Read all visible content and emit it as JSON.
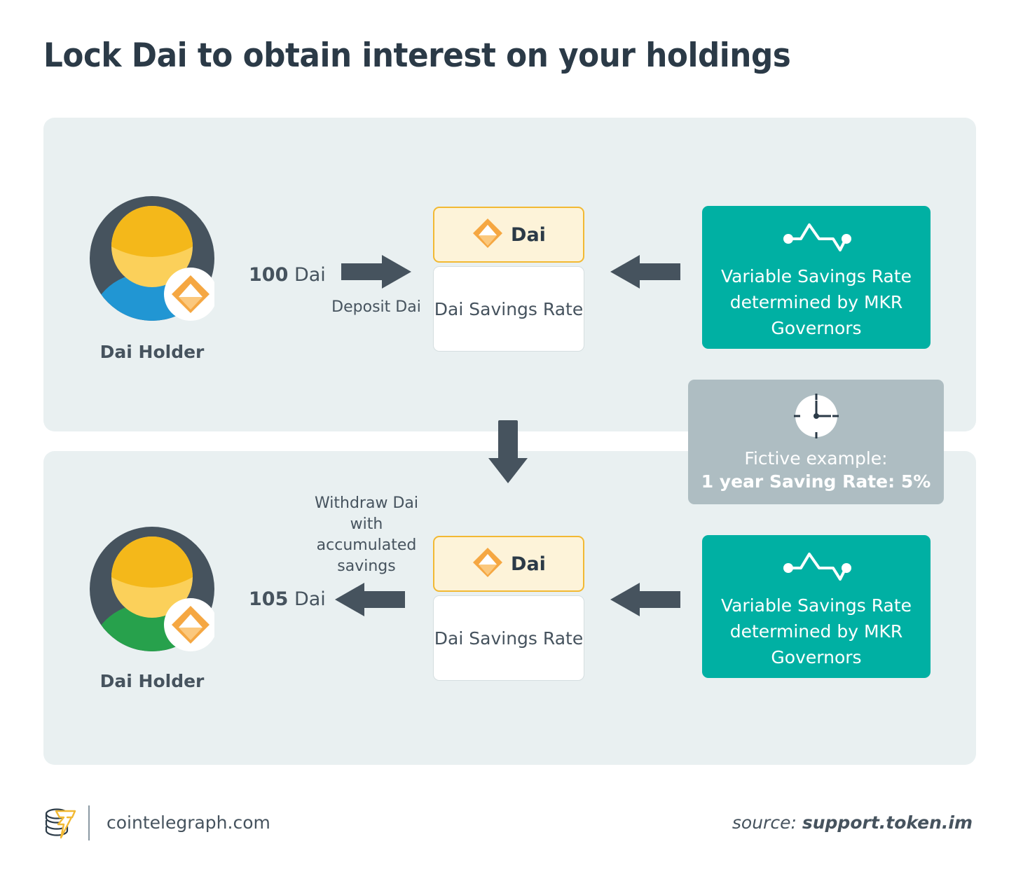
{
  "title": "Lock Dai to obtain interest on your holdings",
  "colors": {
    "panel_bg": "#e9f0f1",
    "teal": "#00b0a3",
    "gray_card": "#aebdc2",
    "dai_gold": "#f2b933",
    "dai_badge_bg": "#fdf3d9",
    "arrow_dark": "#46535e",
    "text_dark": "#2b3a47",
    "avatar_ring": "#46535e",
    "avatar_face": "#fbd05a",
    "avatar_shoulders_top": "#2196d3",
    "avatar_shoulders_bottom": "#27a14c"
  },
  "flow": {
    "top": {
      "holder_label": "Dai Holder",
      "amount_value": "100",
      "amount_unit": "Dai",
      "arrow_caption": "Deposit Dai",
      "dai_badge_label": "Dai",
      "dsr_label": "Dai Savings Rate",
      "teal_label": "Variable Savings Rate determined by MKR Governors"
    },
    "bottom": {
      "holder_label": "Dai Holder",
      "amount_value": "105",
      "amount_unit": "Dai",
      "arrow_caption": "Withdraw Dai with accumulated savings",
      "dai_badge_label": "Dai",
      "dsr_label": "Dai Savings Rate",
      "teal_label": "Variable Savings Rate determined by MKR Governors"
    }
  },
  "example_card": {
    "line1": "Fictive example:",
    "line2": "1 year Saving Rate: 5%"
  },
  "footer": {
    "site": "cointelegraph.com",
    "source_prefix": "source: ",
    "source_value": "support.token.im"
  }
}
